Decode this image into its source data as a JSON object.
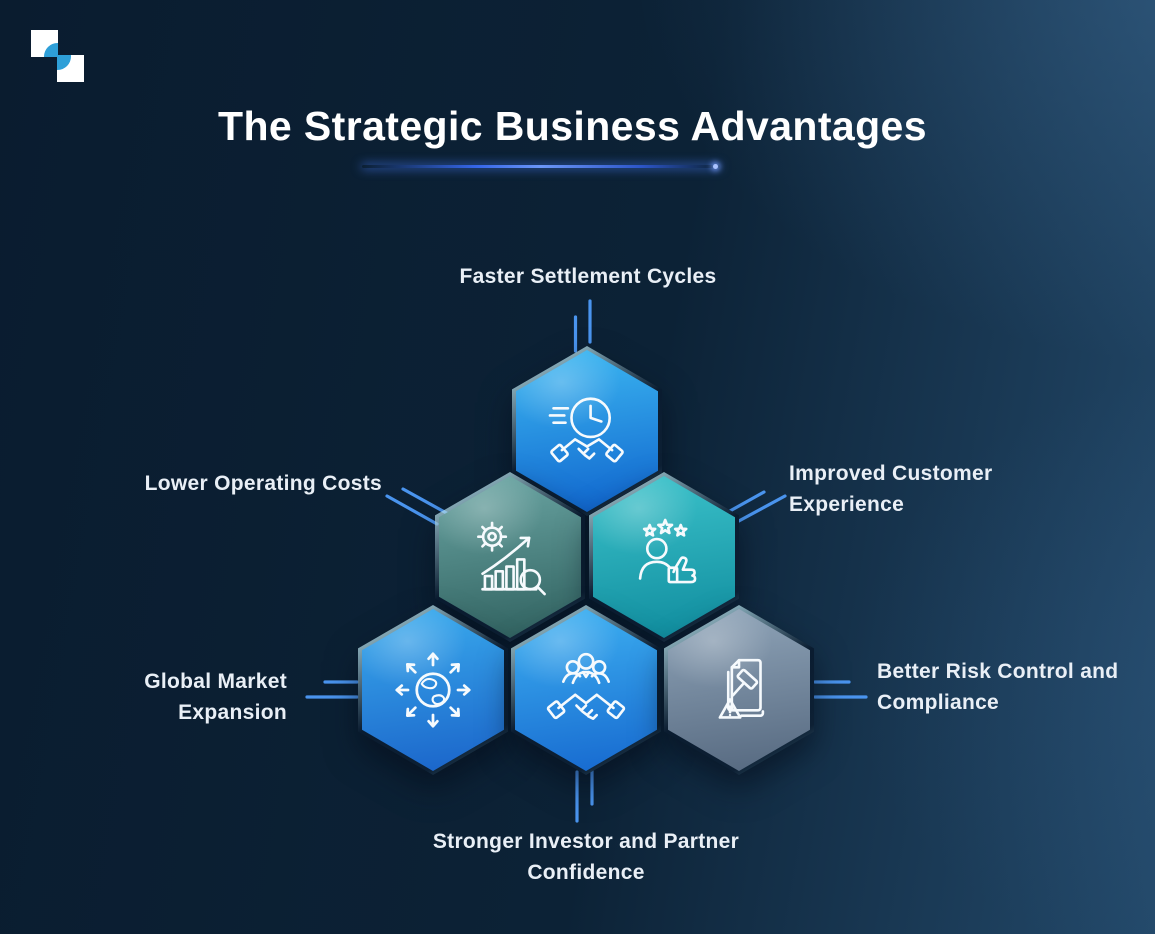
{
  "header": {
    "title": "The Strategic Business Advantages"
  },
  "logo": {
    "icon": "two-squares-circle-logo-icon",
    "square_color": "#ffffff",
    "circle_color": "#2e9fd8"
  },
  "colors": {
    "background_dark": "#0a1c2f",
    "background_mid": "#0c2236",
    "background_light": "#23496a",
    "connector": "#4a94ee",
    "title_text": "#ffffff",
    "label_text": "#e9eff6",
    "underline_glow": "#3b6ef0",
    "icon_stroke": "#f6fafd"
  },
  "hexagons": [
    {
      "id": "faster-settlement-cycles",
      "label": "Faster Settlement Cycles",
      "icon": "clock-handshake-icon",
      "fill_top": "#3db9f2",
      "fill_bottom": "#0f63cd",
      "edge": "#7ce2ff"
    },
    {
      "id": "lower-operating-costs",
      "label": "Lower Operating Costs",
      "icon": "gear-growth-chart-icon",
      "fill_top": "#6ba6a4",
      "fill_bottom": "#2f605e",
      "edge": "#bfe7e3"
    },
    {
      "id": "improved-customer-experience",
      "label": "Improved Customer Experience",
      "icon": "customer-thumbs-up-stars-icon",
      "fill_top": "#3cc3cb",
      "fill_bottom": "#0f8b9d",
      "edge": "#90f2f6"
    },
    {
      "id": "global-market-expansion",
      "label": "Global Market Expansion",
      "icon": "globe-expansion-arrows-icon",
      "fill_top": "#3aacee",
      "fill_bottom": "#1a63c9",
      "edge": "#7fdcff"
    },
    {
      "id": "stronger-investor-partner-confidence",
      "label": "Stronger Investor and Partner Confidence",
      "icon": "team-handshake-icon",
      "fill_top": "#3eb2f2",
      "fill_bottom": "#1668cf",
      "edge": "#86e2ff"
    },
    {
      "id": "better-risk-control-compliance",
      "label": "Better Risk Control and Compliance",
      "icon": "gavel-document-warning-icon",
      "fill_top": "#91a6ba",
      "fill_bottom": "#55687f",
      "edge": "#d8e6f1"
    }
  ]
}
